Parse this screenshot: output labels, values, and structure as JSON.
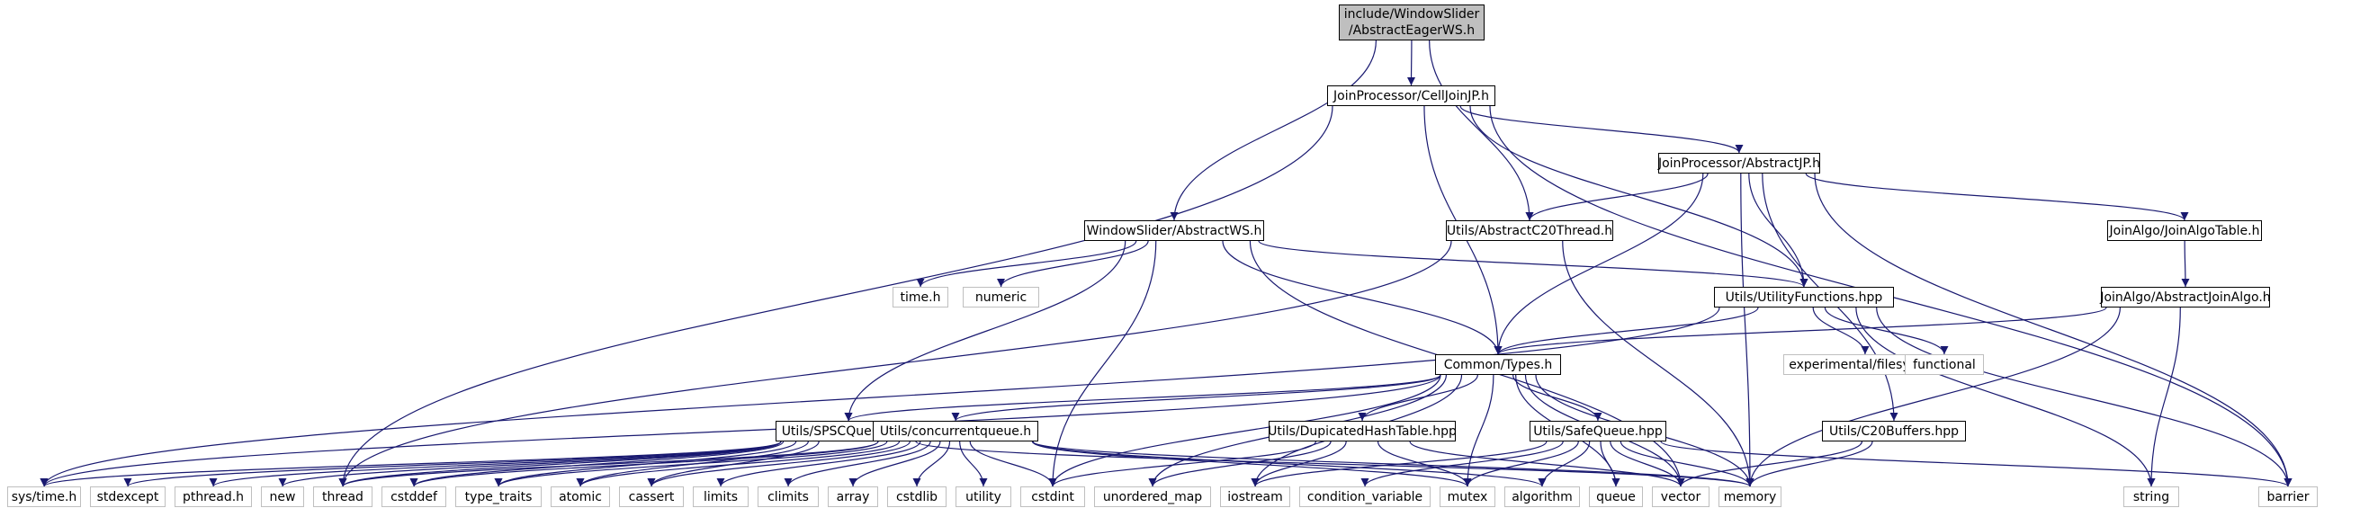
{
  "colors": {
    "edge": "#191970",
    "node_border": "#000000",
    "external_border": "#bfbfbf",
    "root_fill": "#bfbfbf"
  },
  "nodes": {
    "root": {
      "line1": "include/WindowSlider",
      "line2": "/AbstractEagerWS.h"
    },
    "celljoinjp": "JoinProcessor/CellJoinJP.h",
    "abstractjp": "JoinProcessor/AbstractJP.h",
    "abstractws": "WindowSlider/AbstractWS.h",
    "abstractc20thread": "Utils/AbstractC20Thread.h",
    "joinalgotable": "JoinAlgo/JoinAlgoTable.h",
    "utilityfunctions": "Utils/UtilityFunctions.hpp",
    "abstractjoinalgo": "JoinAlgo/AbstractJoinAlgo.h",
    "time_h": "time.h",
    "numeric": "numeric",
    "experimental_filesystem": "experimental/filesystem",
    "functional": "functional",
    "common_types": "Common/Types.h",
    "spscqueue": "Utils/SPSCQueue.hpp",
    "concurrentqueue": "Utils/concurrentqueue.h",
    "duplicatedhashtable": "Utils/DupicatedHashTable.hpp",
    "safequeue": "Utils/SafeQueue.hpp",
    "c20buffers": "Utils/C20Buffers.hpp",
    "sys_time": "sys/time.h",
    "stdexcept": "stdexcept",
    "pthread": "pthread.h",
    "new": "new",
    "thread": "thread",
    "cstddef": "cstddef",
    "type_traits": "type_traits",
    "atomic": "atomic",
    "cassert": "cassert",
    "limits": "limits",
    "climits": "climits",
    "array": "array",
    "cstdlib": "cstdlib",
    "utility": "utility",
    "cstdint": "cstdint",
    "unordered_map": "unordered_map",
    "iostream": "iostream",
    "condition_variable": "condition_variable",
    "mutex": "mutex",
    "algorithm": "algorithm",
    "queue": "queue",
    "vector": "vector",
    "memory": "memory",
    "string": "string",
    "barrier": "barrier"
  },
  "edges": [
    [
      "root",
      "celljoinjp"
    ],
    [
      "root",
      "abstractws"
    ],
    [
      "root",
      "abstractc20thread"
    ],
    [
      "celljoinjp",
      "abstractjp"
    ],
    [
      "celljoinjp",
      "thread"
    ],
    [
      "celljoinjp",
      "barrier"
    ],
    [
      "celljoinjp",
      "common_types"
    ],
    [
      "celljoinjp",
      "utilityfunctions"
    ],
    [
      "abstractjp",
      "abstractc20thread"
    ],
    [
      "abstractjp",
      "joinalgotable"
    ],
    [
      "abstractjp",
      "utilityfunctions"
    ],
    [
      "abstractjp",
      "common_types"
    ],
    [
      "abstractjp",
      "c20buffers"
    ],
    [
      "abstractjp",
      "memory"
    ],
    [
      "abstractjp",
      "barrier"
    ],
    [
      "abstractws",
      "time_h"
    ],
    [
      "abstractws",
      "numeric"
    ],
    [
      "abstractws",
      "utilityfunctions"
    ],
    [
      "abstractws",
      "common_types"
    ],
    [
      "abstractws",
      "spscqueue"
    ],
    [
      "abstractws",
      "cstdint"
    ],
    [
      "abstractws",
      "vector"
    ],
    [
      "abstractc20thread",
      "thread"
    ],
    [
      "abstractc20thread",
      "memory"
    ],
    [
      "joinalgotable",
      "abstractjoinalgo"
    ],
    [
      "abstractjoinalgo",
      "common_types"
    ],
    [
      "abstractjoinalgo",
      "string"
    ],
    [
      "abstractjoinalgo",
      "memory"
    ],
    [
      "utilityfunctions",
      "common_types"
    ],
    [
      "utilityfunctions",
      "experimental_filesystem"
    ],
    [
      "utilityfunctions",
      "functional"
    ],
    [
      "utilityfunctions",
      "string"
    ],
    [
      "utilityfunctions",
      "barrier"
    ],
    [
      "utilityfunctions",
      "sys_time"
    ],
    [
      "common_types",
      "spscqueue"
    ],
    [
      "common_types",
      "concurrentqueue"
    ],
    [
      "common_types",
      "duplicatedhashtable"
    ],
    [
      "common_types",
      "safequeue"
    ],
    [
      "common_types",
      "cstdint"
    ],
    [
      "common_types",
      "unordered_map"
    ],
    [
      "common_types",
      "mutex"
    ],
    [
      "common_types",
      "memory"
    ],
    [
      "common_types",
      "vector"
    ],
    [
      "common_types",
      "queue"
    ],
    [
      "common_types",
      "sys_time"
    ],
    [
      "common_types",
      "iostream"
    ],
    [
      "spscqueue",
      "sys_time"
    ],
    [
      "spscqueue",
      "stdexcept"
    ],
    [
      "spscqueue",
      "pthread"
    ],
    [
      "spscqueue",
      "new"
    ],
    [
      "spscqueue",
      "thread"
    ],
    [
      "spscqueue",
      "cstddef"
    ],
    [
      "spscqueue",
      "type_traits"
    ],
    [
      "spscqueue",
      "atomic"
    ],
    [
      "spscqueue",
      "cassert"
    ],
    [
      "spscqueue",
      "memory"
    ],
    [
      "concurrentqueue",
      "thread"
    ],
    [
      "concurrentqueue",
      "cstddef"
    ],
    [
      "concurrentqueue",
      "type_traits"
    ],
    [
      "concurrentqueue",
      "atomic"
    ],
    [
      "concurrentqueue",
      "cassert"
    ],
    [
      "concurrentqueue",
      "limits"
    ],
    [
      "concurrentqueue",
      "climits"
    ],
    [
      "concurrentqueue",
      "array"
    ],
    [
      "concurrentqueue",
      "cstdlib"
    ],
    [
      "concurrentqueue",
      "utility"
    ],
    [
      "concurrentqueue",
      "cstdint"
    ],
    [
      "concurrentqueue",
      "mutex"
    ],
    [
      "concurrentqueue",
      "algorithm"
    ],
    [
      "concurrentqueue",
      "memory"
    ],
    [
      "duplicatedhashtable",
      "cstdint"
    ],
    [
      "duplicatedhashtable",
      "unordered_map"
    ],
    [
      "duplicatedhashtable",
      "iostream"
    ],
    [
      "duplicatedhashtable",
      "vector"
    ],
    [
      "duplicatedhashtable",
      "mutex"
    ],
    [
      "safequeue",
      "iostream"
    ],
    [
      "safequeue",
      "condition_variable"
    ],
    [
      "safequeue",
      "mutex"
    ],
    [
      "safequeue",
      "algorithm"
    ],
    [
      "safequeue",
      "queue"
    ],
    [
      "safequeue",
      "vector"
    ],
    [
      "safequeue",
      "memory"
    ],
    [
      "safequeue",
      "barrier"
    ],
    [
      "c20buffers",
      "vector"
    ],
    [
      "c20buffers",
      "memory"
    ]
  ]
}
